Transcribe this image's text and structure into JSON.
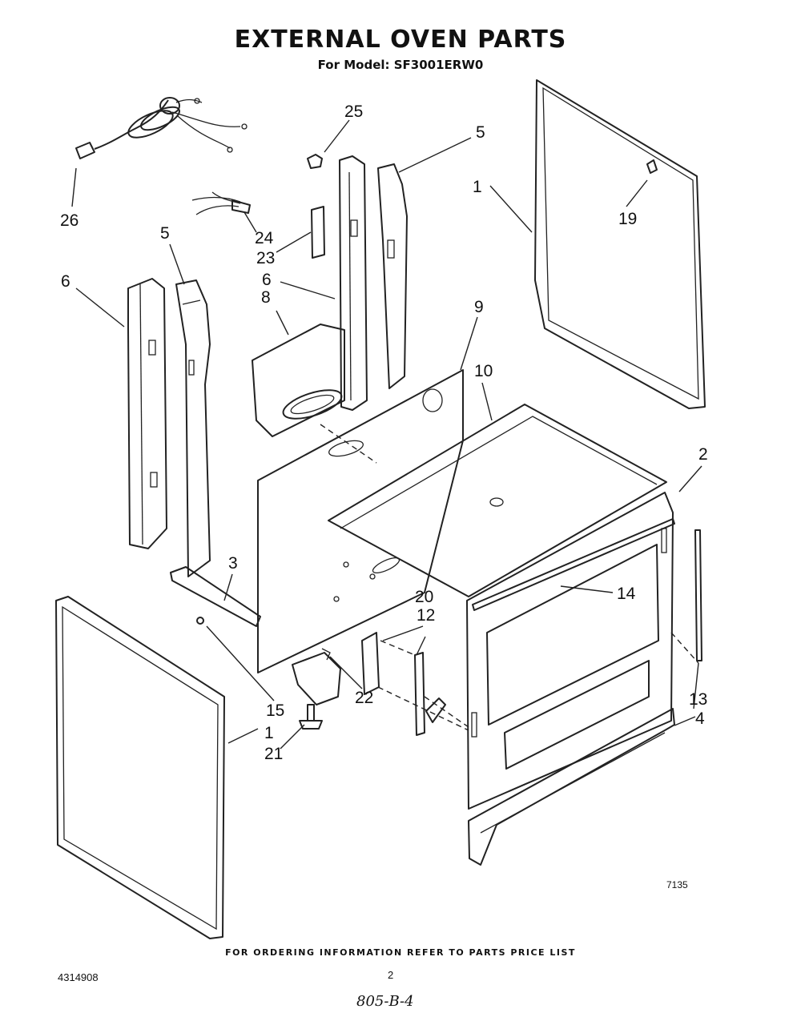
{
  "header": {
    "title": "EXTERNAL OVEN PARTS",
    "model_line": "For Model: SF3001ERW0"
  },
  "callouts": {
    "c1_top": "1",
    "c1_bottom": "1",
    "c2": "2",
    "c3": "3",
    "c4": "4",
    "c5_left": "5",
    "c5_right": "5",
    "c6_left": "6",
    "c6_right": "6",
    "c8": "8",
    "c9": "9",
    "c10": "10",
    "c12": "12",
    "c13": "13",
    "c14": "14",
    "c15": "15",
    "c19": "19",
    "c20": "20",
    "c21": "21",
    "c22": "22",
    "c23": "23",
    "c24": "24",
    "c25": "25",
    "c26": "26"
  },
  "footer": {
    "ordering_note": "FOR ORDERING INFORMATION REFER TO PARTS PRICE LIST",
    "document_number": "4314908",
    "page_number": "2",
    "drawing_number": "7135",
    "handwritten_ref": "805-B-4"
  }
}
